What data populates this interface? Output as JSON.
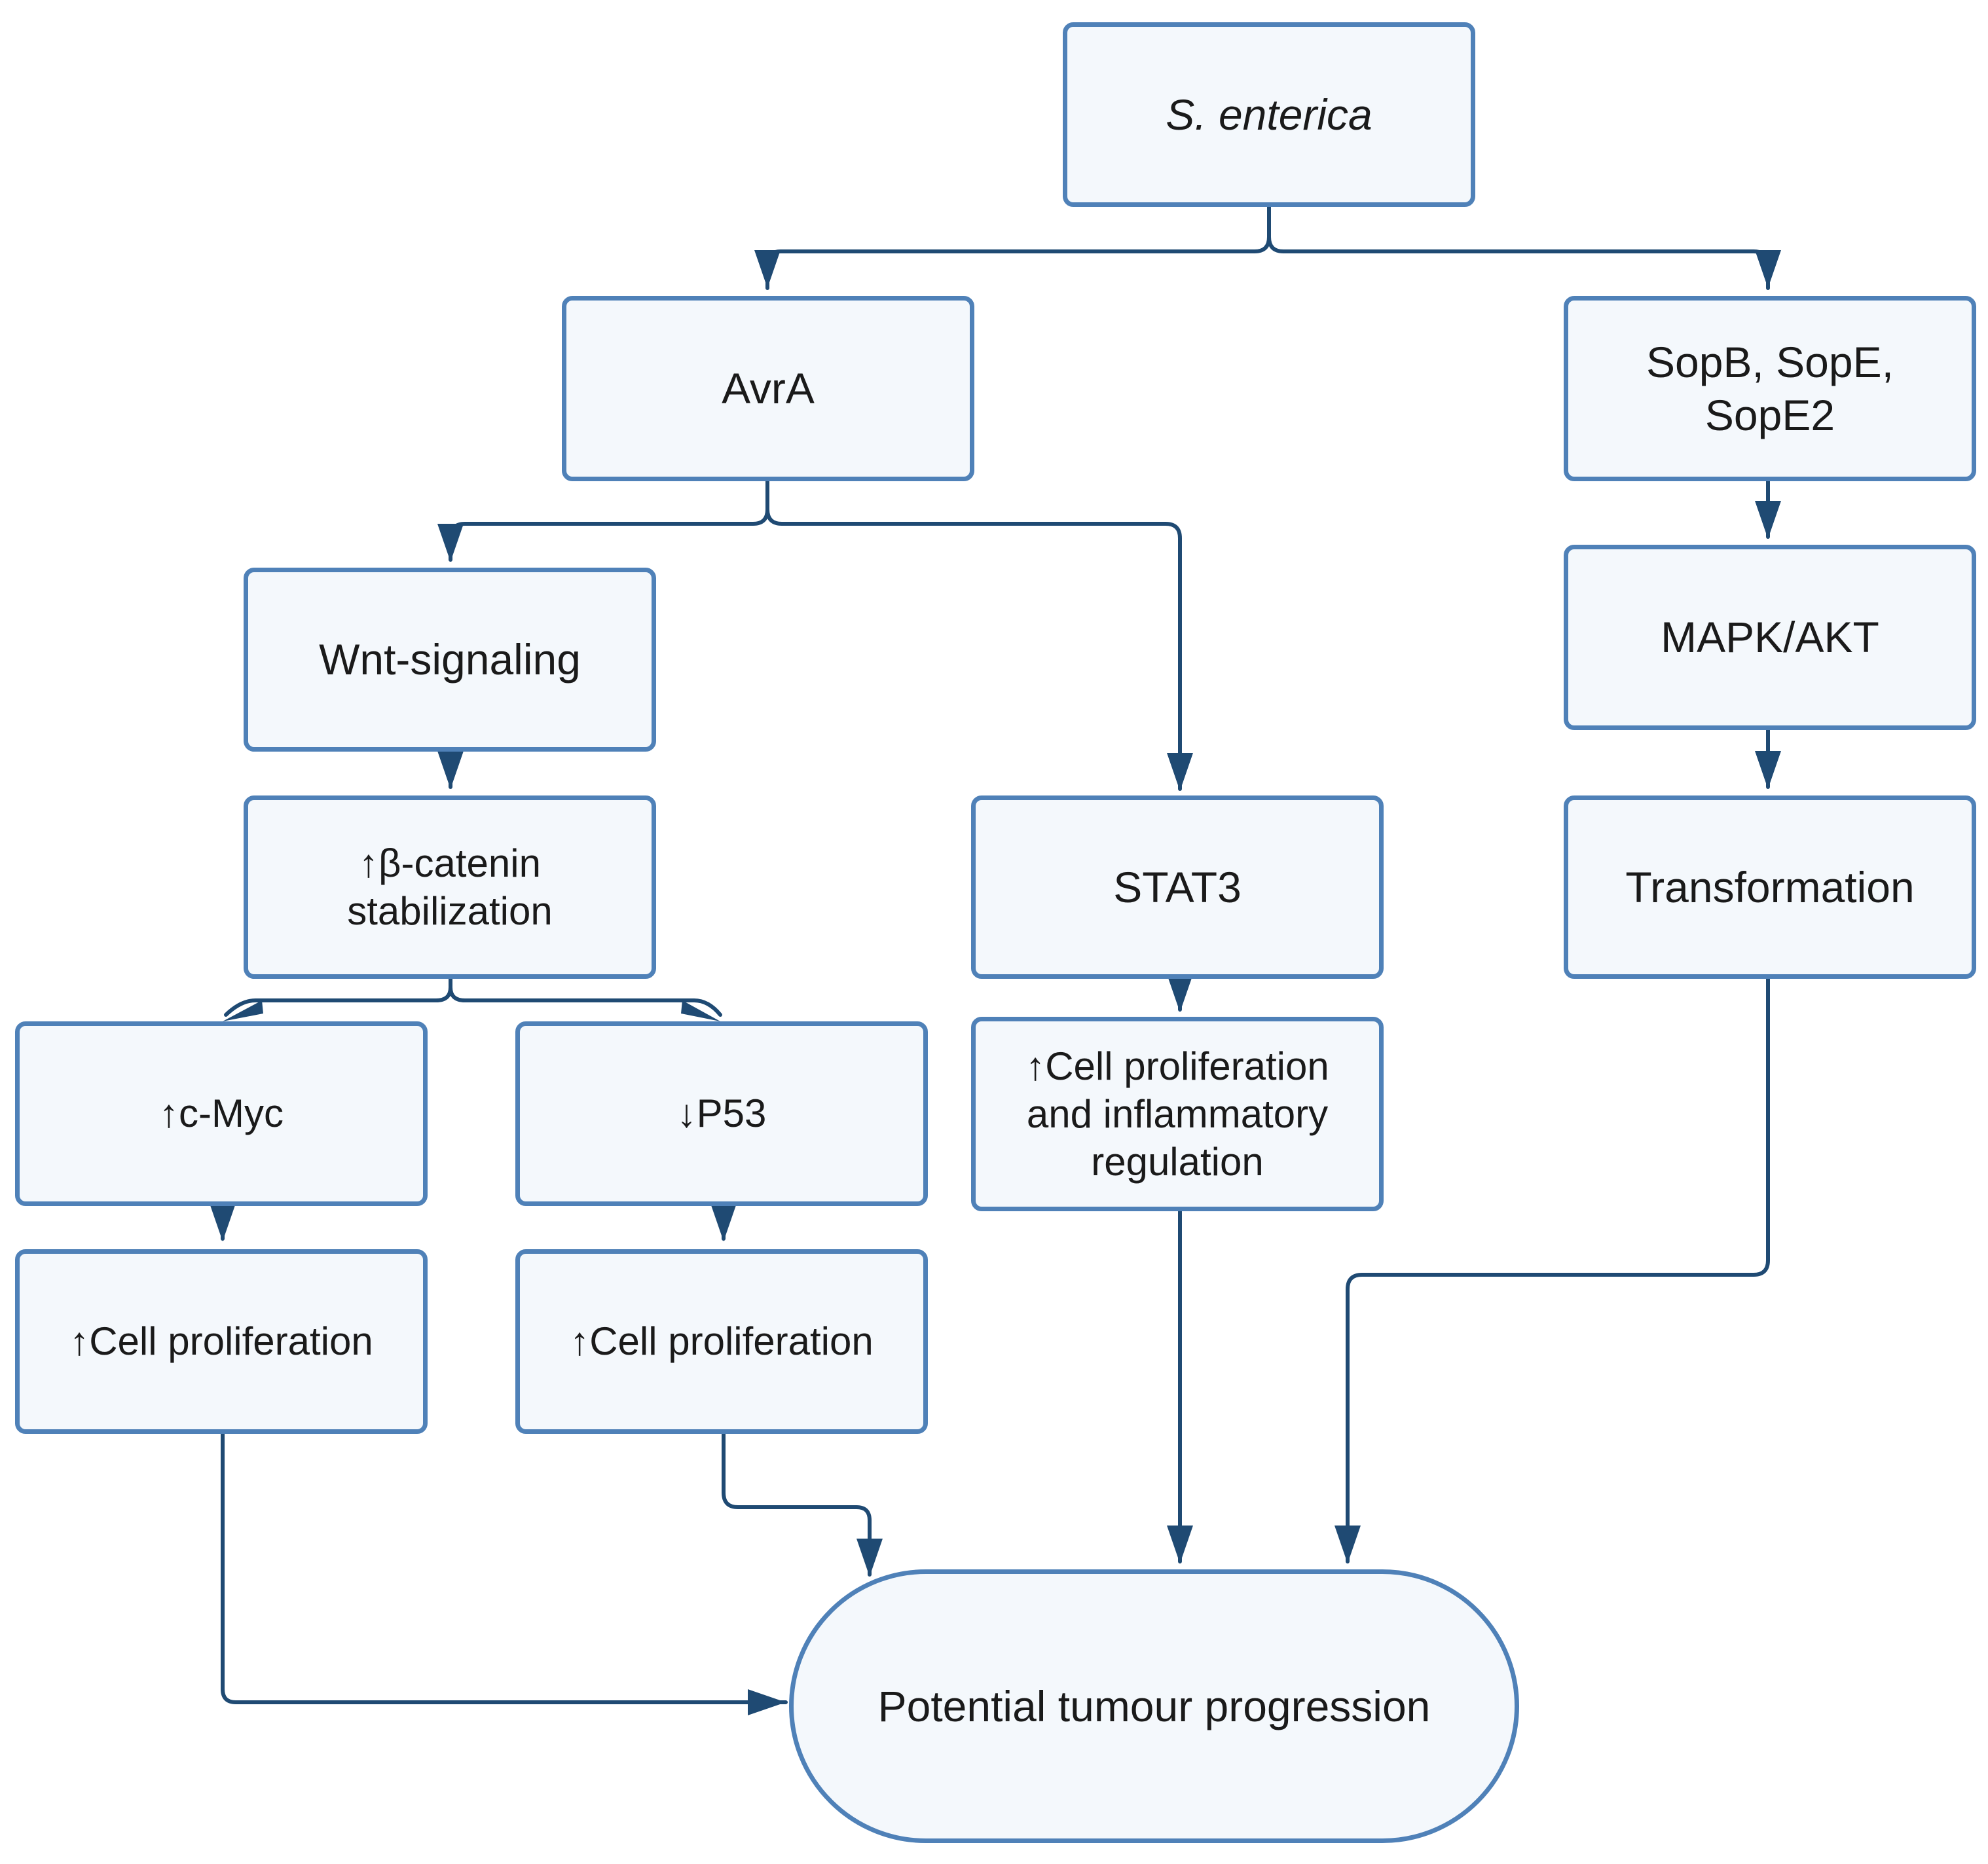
{
  "diagram": {
    "nodes": {
      "s_enterica": "S. enterica",
      "avra": "AvrA",
      "sop": [
        "SopB, SopE,",
        "SopE2"
      ],
      "wnt": "Wnt-signaling",
      "mapk": "MAPK/AKT",
      "beta_catenin": [
        "↑β-catenin",
        "stabilization"
      ],
      "stat3": "STAT3",
      "transformation": "Transformation",
      "cmyc": "↑c-Myc",
      "p53": "↓P53",
      "stat3_effect": [
        "↑Cell proliferation",
        "and inflammatory",
        "regulation"
      ],
      "cmyc_effect": "↑Cell proliferation",
      "p53_effect": "↑Cell proliferation",
      "outcome": "Potential tumour progression"
    },
    "edges": [
      {
        "from": "S. enterica",
        "to": "AvrA"
      },
      {
        "from": "S. enterica",
        "to": "SopB, SopE, SopE2"
      },
      {
        "from": "AvrA",
        "to": "Wnt-signaling"
      },
      {
        "from": "AvrA",
        "to": "STAT3"
      },
      {
        "from": "SopB, SopE, SopE2",
        "to": "MAPK/AKT"
      },
      {
        "from": "MAPK/AKT",
        "to": "Transformation"
      },
      {
        "from": "Wnt-signaling",
        "to": "↑β-catenin stabilization"
      },
      {
        "from": "↑β-catenin stabilization",
        "to": "↑c-Myc"
      },
      {
        "from": "↑β-catenin stabilization",
        "to": "↓P53"
      },
      {
        "from": "STAT3",
        "to": "↑Cell proliferation and inflammatory regulation"
      },
      {
        "from": "↑c-Myc",
        "to": "↑Cell proliferation"
      },
      {
        "from": "↓P53",
        "to": "↑Cell proliferation"
      },
      {
        "from": "↑Cell proliferation",
        "to": "Potential tumour progression"
      },
      {
        "from": "↑Cell proliferation",
        "to": "Potential tumour progression"
      },
      {
        "from": "↑Cell proliferation and inflammatory regulation",
        "to": "Potential tumour progression"
      },
      {
        "from": "Transformation",
        "to": "Potential tumour progression"
      }
    ],
    "colors": {
      "box_border": "#4f81b8",
      "box_fill": "#f4f8fc",
      "connector": "#1f4a73",
      "text": "#1a1a1a"
    }
  }
}
